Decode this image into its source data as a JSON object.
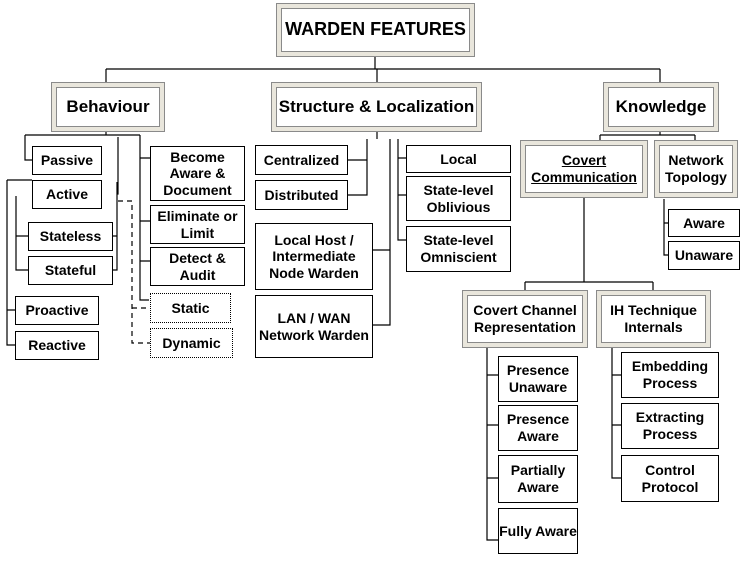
{
  "root": {
    "label": "WARDEN FEATURES"
  },
  "categories": {
    "behaviour": "Behaviour",
    "structure": "Structure & Localization",
    "knowledge": "Knowledge"
  },
  "behaviour": {
    "passive": "Passive",
    "active": "Active",
    "stateless": "Stateless",
    "stateful": "Stateful",
    "proactive": "Proactive",
    "reactive": "Reactive",
    "become_aware": "Become Aware & Document",
    "eliminate": "Eliminate or Limit",
    "detect": "Detect & Audit",
    "static": "Static",
    "dynamic": "Dynamic"
  },
  "structure": {
    "centralized": "Centralized",
    "distributed": "Distributed",
    "local_host": "Local Host / Intermediate Node Warden",
    "lan_wan": "LAN / WAN Network Warden",
    "local": "Local",
    "oblivious": "State-level Oblivious",
    "omniscient": "State-level Omniscient"
  },
  "knowledge": {
    "covert_comm": "Covert Communication",
    "network_topology": "Network Topology",
    "aware": "Aware",
    "unaware": "Unaware",
    "channel_rep": "Covert Channel Representation",
    "ih_internals": "IH Technique Internals",
    "presence_unaware": "Presence Unaware",
    "presence_aware": "Presence Aware",
    "partially_aware": "Partially Aware",
    "fully_aware": "Fully Aware",
    "embedding": "Embedding Process",
    "extracting": "Extracting Process",
    "control": "Control Protocol"
  }
}
